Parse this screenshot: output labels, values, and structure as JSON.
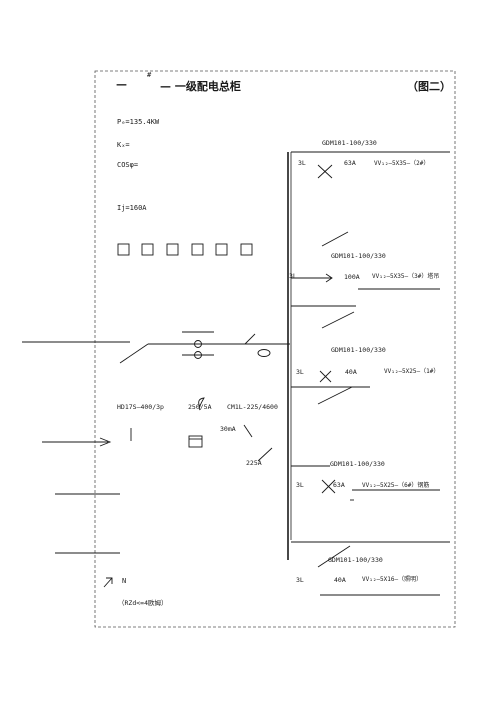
{
  "header": {
    "title_mark": "—",
    "hash": "#",
    "title": "— 一级配电总柜",
    "figure_label": "（图二）"
  },
  "params": {
    "pe": "Pₑ=135.4KW",
    "kx": "Kₓ=",
    "cos": "COSφ=",
    "ij": "Ij=160A"
  },
  "main_panel": {
    "breaker": "HD17S—400/3p",
    "ct": "250/5A",
    "switch": "CM1L-225/4600",
    "leak": "30mA",
    "rating": "225A",
    "neutral": "N",
    "ground": "（RZd<=4欧姆）"
  },
  "branches": [
    {
      "cabinet": "GDM101-100/330",
      "pole": "3L",
      "current": "63A",
      "cable": "VV₁₂—5X35—（2#）"
    },
    {
      "cabinet": "GDM101-100/330",
      "pole": "3L",
      "current": "100A",
      "cable": "VV₁₂—5X35—（3#）塔吊"
    },
    {
      "cabinet": "GDM101-100/330",
      "pole": "3L",
      "current": "40A",
      "cable": "VV₁₂—5X25—（1#）"
    },
    {
      "cabinet": "GDM101-100/330",
      "pole": "3L",
      "current": "63A",
      "cable": "VV₁₂—5X25—（6#）钢筋"
    },
    {
      "cabinet": "GDM101-100/330",
      "pole": "3L",
      "current": "40A",
      "cable": "VV₁₂—5X16—（照明）"
    }
  ],
  "colors": {
    "line": "#1a1a1a",
    "frame": "#555555"
  }
}
